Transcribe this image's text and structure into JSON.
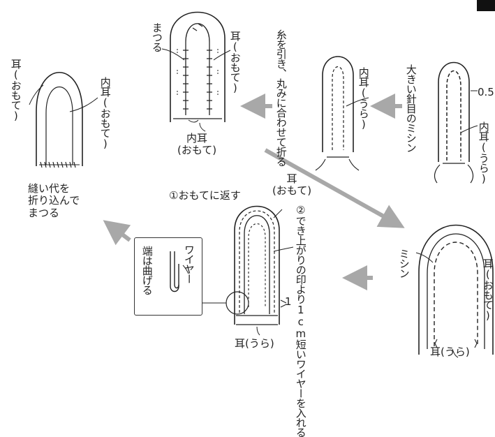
{
  "labels": {
    "step5_ear": "耳(おもて)",
    "step5_inner_ear": "内耳(おもて)",
    "step5_instruction": "縫い代を\n折り込んで\nまつる",
    "step4_matsuru": "まつる",
    "step4_ear": "耳(おもて)",
    "step4_inner_ear": "内耳\n(おもて)",
    "step3_instruction": "糸を引き、丸みに合わせて折る",
    "step3_inner_ear": "内耳(うら)",
    "step2_large_stitch": "大きい針目のミシン",
    "step2_measure": "0.5",
    "step2_inner_ear": "内耳(うら)",
    "step1_machine": "ミシン",
    "step1_ear_front": "耳(おもて)",
    "step1_ear_back": "耳(うら)",
    "step6_turn": "①おもてに返す",
    "step6_ear": "耳\n(おもて)",
    "step6_wire": "②でき上がりの印より1cm短いワイヤーを入れる",
    "step6_one": "1",
    "step6_ear_back": "耳(うら)",
    "inset_wire": "ワイヤー",
    "inset_bend": "端は曲げる"
  },
  "colors": {
    "line": "#222222",
    "arrow": "#a8a8a8"
  }
}
